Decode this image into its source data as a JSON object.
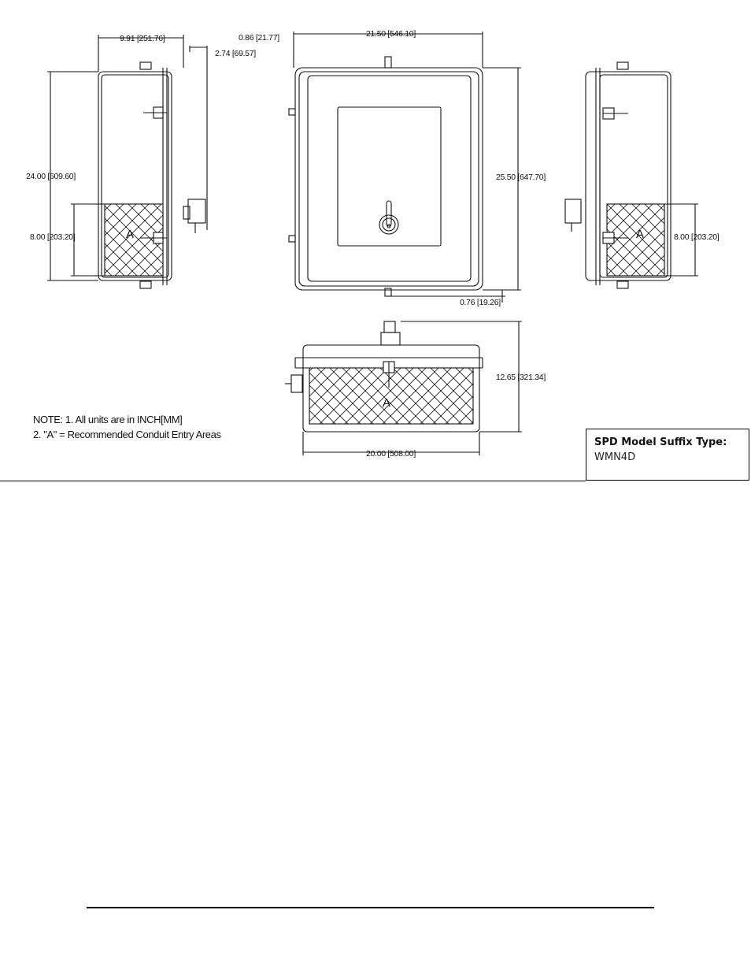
{
  "dimensions": {
    "side_depth": "9.91 [251.76]",
    "side_offset": "2.74 [69.57]",
    "side_height": "24.00 [609.60]",
    "conduit_height_left": "8.00 [203.20]",
    "front_offset": "0.86 [21.77]",
    "front_width": "21.50 [546.10]",
    "front_height": "25.50 [647.70]",
    "bottom_offset": "0.76 [19.26]",
    "conduit_height_right": "8.00 [203.20]",
    "bottom_depth": "12.65 [321.34]",
    "bottom_width": "20.00 [508.00]"
  },
  "labels": {
    "area_left": "A",
    "area_right": "A",
    "area_bottom": "A"
  },
  "notes": {
    "line1": "NOTE:  1. All units are in INCH[MM]",
    "line2": "2. \"A\" = Recommended Conduit Entry Areas"
  },
  "suffix": {
    "title": "SPD Model Suffix Type:",
    "value": "WMN4D"
  }
}
